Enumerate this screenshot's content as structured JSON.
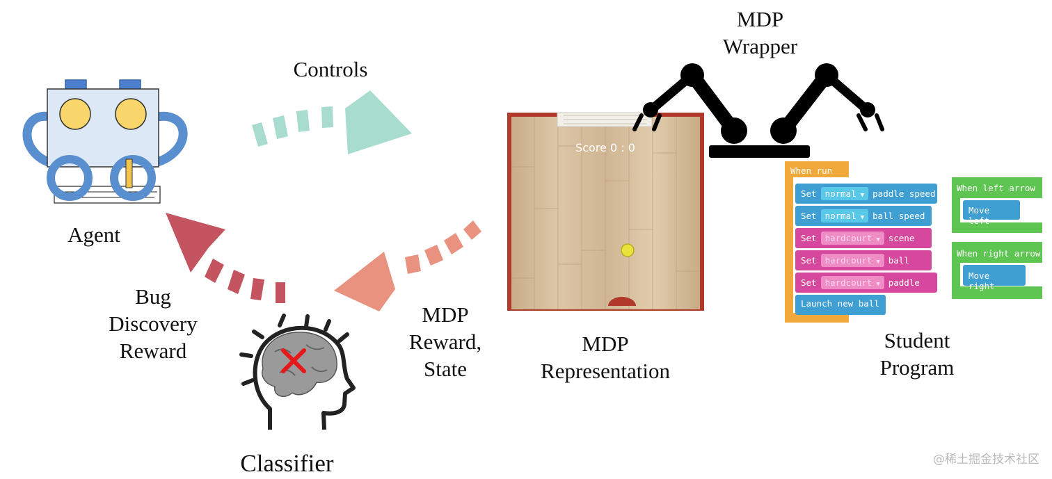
{
  "labels": {
    "agent": "Agent",
    "controls": "Controls",
    "mdp_wrapper": [
      "MDP",
      "Wrapper"
    ],
    "mdp_representation": [
      "MDP",
      "Representation"
    ],
    "student_program": [
      "Student",
      "Program"
    ],
    "mdp_reward_state": [
      "MDP",
      "Reward,",
      "State"
    ],
    "bug_discovery_reward": [
      "Bug",
      "Discovery",
      "Reward"
    ],
    "classifier": "Classifier"
  },
  "game": {
    "score_text": "Score 0 : 0"
  },
  "program": {
    "when_run": "When run",
    "rows": [
      {
        "prefix": "Set",
        "option": "normal",
        "suffix": "paddle speed",
        "color": "#3f9fd3"
      },
      {
        "prefix": "Set",
        "option": "normal",
        "suffix": "ball speed",
        "color": "#3f9fd3"
      },
      {
        "prefix": "Set",
        "option": "hardcourt",
        "suffix": "scene",
        "color": "#d6489e"
      },
      {
        "prefix": "Set",
        "option": "hardcourt",
        "suffix": "ball",
        "color": "#d6489e"
      },
      {
        "prefix": "Set",
        "option": "hardcourt",
        "suffix": "paddle",
        "color": "#d6489e"
      },
      {
        "prefix": "Launch new ball",
        "option": "",
        "suffix": "",
        "color": "#3f9fd3"
      }
    ],
    "event_left": {
      "title": "When left arrow",
      "action": "Move left"
    },
    "event_right": {
      "title": "When right arrow",
      "action": "Move right"
    }
  },
  "watermark": "@稀土掘金技术社区",
  "colors": {
    "controls_arrow": "#a8dccf",
    "state_arrow": "#e8927f",
    "reward_arrow": "#c4545f",
    "agent_blue": "#5a8fcf",
    "agent_body": "#dde8f6",
    "agent_eye": "#f8d66b",
    "court_border": "#b0392b"
  }
}
